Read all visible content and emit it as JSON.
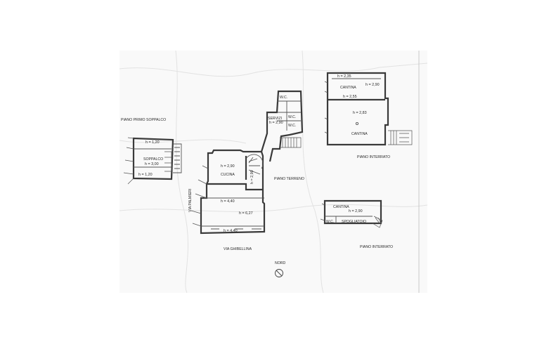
{
  "sections": {
    "primo_soppalco": {
      "title": "PIANO PRIMO SOPPALCO",
      "room": "SOPPALCO",
      "h_top": "h = 1,20",
      "h_mid": "h = 3,00",
      "h_bot": "h = 1,20"
    },
    "terreno": {
      "title": "PIANO TERRENO",
      "cucina": "CUCINA",
      "h_cucina": "h = 2,90",
      "h_stair": "h = 2,90",
      "h_upper": "h = 4,40",
      "h_main": "h = 6,27",
      "h_lower": "h = 4,40",
      "servizi": "SERVIZI",
      "h_servizi": "h = 2,90",
      "wc_1": "W.C.",
      "wc_2": "W.C.",
      "wc_3": "W.C.",
      "street_side": "VIA PALMIERI",
      "street_bottom": "VIA GHIBELLINA"
    },
    "interrato_1": {
      "title": "PIANO INTERRATO",
      "h_top": "h = 2,35",
      "cantina_top": "CANTINA",
      "h_right": "h = 2,90",
      "h_lower_top": "h = 2,55",
      "h_cantina": "h = 2,83",
      "cantina_main": "CANTINA"
    },
    "interrato_2": {
      "title": "PIANO INTERRATO",
      "cantina": "CANTINA",
      "h_cantina": "h = 2,90",
      "wc": "W.C.",
      "spogliatoio": "SPOGLIATOIO"
    }
  },
  "compass": {
    "label": "NORD"
  },
  "colors": {
    "paper": "#fbfbfb",
    "ink": "#3a3a3a",
    "crease": "#e6e6e6"
  }
}
